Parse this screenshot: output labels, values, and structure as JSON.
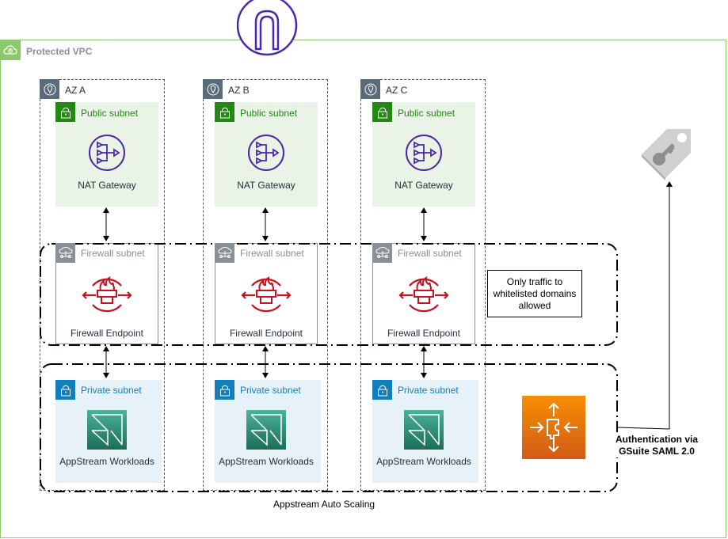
{
  "vpc": {
    "label": "Protected VPC",
    "icon": "vpc-cloud-lock-icon",
    "accent": "#8cc96b"
  },
  "top_icon": {
    "icon": "internet-gateway-icon",
    "color": "#4d27aa"
  },
  "azs": [
    {
      "label": "AZ A",
      "public_subnet": {
        "label": "Public subnet",
        "service": "NAT Gateway"
      },
      "firewall_subnet": {
        "label": "Firewall subnet",
        "service": "Firewall Endpoint"
      },
      "private_subnet": {
        "label": "Private subnet",
        "service": "AppStream Workloads"
      }
    },
    {
      "label": "AZ B",
      "public_subnet": {
        "label": "Public subnet",
        "service": "NAT Gateway"
      },
      "firewall_subnet": {
        "label": "Firewall subnet",
        "service": "Firewall Endpoint"
      },
      "private_subnet": {
        "label": "Private subnet",
        "service": "AppStream Workloads"
      }
    },
    {
      "label": "AZ C",
      "public_subnet": {
        "label": "Public subnet",
        "service": "NAT Gateway"
      },
      "firewall_subnet": {
        "label": "Firewall subnet",
        "service": "Firewall Endpoint"
      },
      "private_subnet": {
        "label": "Private subnet",
        "service": "AppStream Workloads"
      }
    }
  ],
  "note": {
    "line1": "Only traffic to",
    "line2": "whitelisted domains",
    "line3": "allowed"
  },
  "auth": {
    "line1": "Authentication via",
    "line2": "GSuite SAML 2.0"
  },
  "scaling_group": {
    "label": "Appstream Auto Scaling"
  },
  "colors": {
    "public": "#248814",
    "private": "#147eba",
    "firewall": "#c7131f",
    "nat": "#4d27aa",
    "appstream": "#1b7b5f",
    "autoscaling": "#e8701a",
    "key": "#b0b0b0"
  }
}
